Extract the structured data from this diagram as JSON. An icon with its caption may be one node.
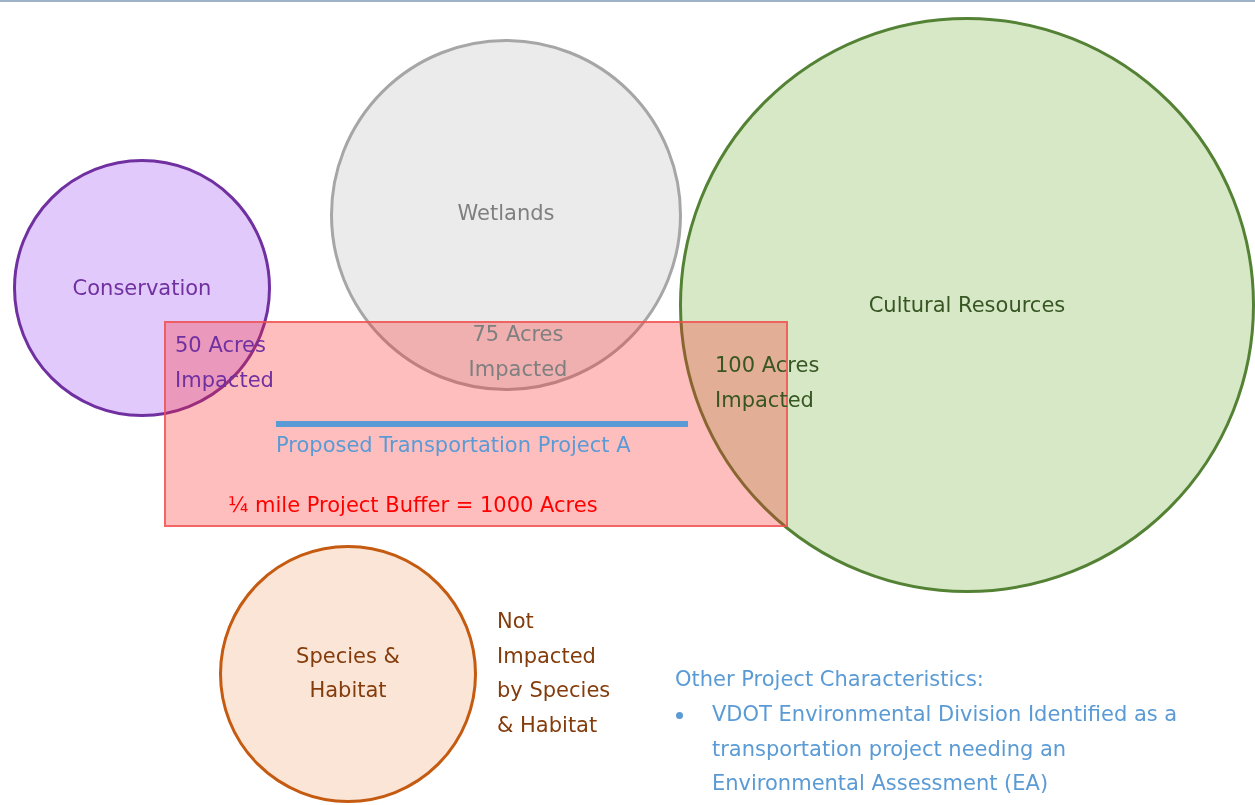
{
  "diagram": {
    "nodes": [
      {
        "text": [
          "Conservation"
        ]
      },
      {
        "text": [
          "Wetlands"
        ]
      },
      {
        "text": [
          "Cultural Resources"
        ]
      },
      {
        "text": [
          "¼ mile Project Buffer = 1000 Acres"
        ]
      },
      {
        "text": [
          "Proposed Transportation Project A"
        ],
        "in": 3
      },
      {
        "text": [
          "Species & Habitat"
        ],
        "beside": [
          "Not Impacted by Species & Habitat"
        ]
      }
    ],
    "labels": [
      "50 Acres Impacted",
      "75 Acres Impacted",
      "100 Acres Impacted",
      "Other Project Characteristics:",
      "VDOT Environmental Division Identified as a transportation project needing an Environmental Assessment (EA)"
    ]
  }
}
